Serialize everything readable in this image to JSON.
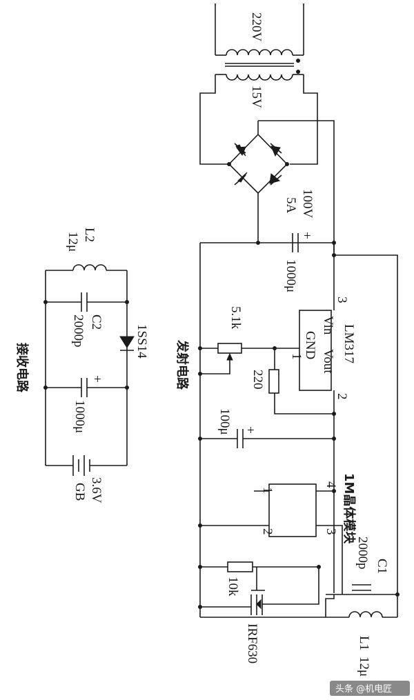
{
  "transmitter": {
    "title": "发射电路",
    "transformer": {
      "primary": "220V",
      "secondary": "15V"
    },
    "bridge_rating": {
      "voltage": "100V",
      "current": "5A"
    },
    "filter_cap": "1000μ",
    "pot": "5.1k",
    "resistor_220": "220",
    "regulator": {
      "name": "LM317",
      "vin": "Vin",
      "vout": "Vout",
      "gnd": "GND",
      "pin1": "1",
      "pin2": "2",
      "pin3": "3"
    },
    "cap_100u": "100μ",
    "crystal": {
      "name": "1M晶体模块",
      "pin1": "1",
      "pin2": "2",
      "pin3": "3",
      "pin4": "4"
    },
    "resistor_10k": "10k",
    "mosfet": "IRF630",
    "c1": {
      "ref": "C1",
      "value": "2000p"
    },
    "l1": {
      "ref": "L1",
      "value": "12μ"
    }
  },
  "receiver": {
    "title": "接收电路",
    "l2": {
      "ref": "L2",
      "value": "12μ"
    },
    "c2": {
      "ref": "C2",
      "value": "2000p"
    },
    "diode": "1SS14",
    "cap": "1000μ",
    "battery": {
      "ref": "GB",
      "value": "3.6V"
    }
  },
  "polarity_plus": "+",
  "watermark": "头条 @机电匠"
}
